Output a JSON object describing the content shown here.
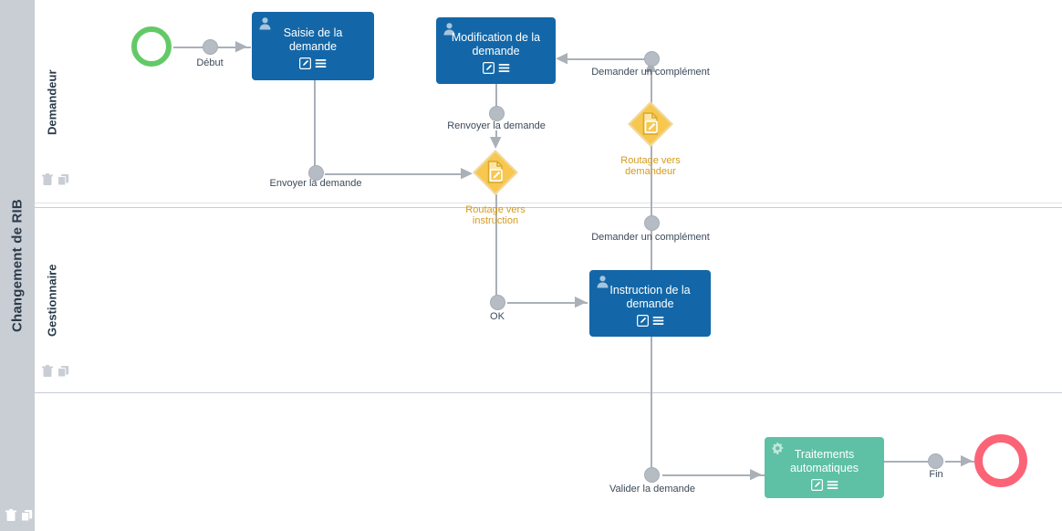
{
  "diagram": {
    "type": "bpmn-workflow",
    "pool": {
      "title": "Changement de RIB"
    },
    "lanes": [
      {
        "id": "demandeur",
        "label": "Demandeur"
      },
      {
        "id": "gestionnaire",
        "label": "Gestionnaire"
      },
      {
        "id": "system",
        "label": ""
      }
    ],
    "colors": {
      "pool_band": "#c9ced4",
      "user_task": "#1367a8",
      "service_task": "#5ec0a5",
      "gateway": "#f7c74f",
      "start_event": "#63c967",
      "end_event": "#fb6476",
      "connector": "#a9b0b8",
      "gateway_label": "#d49b1e",
      "flow_label": "#3c4a5a"
    }
  },
  "events": {
    "start": {
      "name": "start-event",
      "label": ""
    },
    "end": {
      "name": "end-event",
      "label": ""
    }
  },
  "tasks": [
    {
      "id": "saisie",
      "label": "Saisie de la demande",
      "type": "user",
      "icon": "user-icon"
    },
    {
      "id": "modification",
      "label": "Modification de la demande",
      "type": "user",
      "icon": "user-icon"
    },
    {
      "id": "instruction",
      "label": "Instruction de la demande",
      "type": "user",
      "icon": "user-icon"
    },
    {
      "id": "traitements",
      "label": "Traitements automatiques",
      "type": "service",
      "icon": "gear-icon"
    }
  ],
  "gateways": [
    {
      "id": "routage_instruction",
      "label": "Routage vers instruction",
      "icon": "document-edit-icon"
    },
    {
      "id": "routage_demandeur",
      "label": "Routage vers demandeur",
      "icon": "document-edit-icon"
    }
  ],
  "flows": [
    {
      "id": "debut",
      "label": "Début"
    },
    {
      "id": "envoyer",
      "label": "Envoyer la demande"
    },
    {
      "id": "renvoyer",
      "label": "Renvoyer la demande"
    },
    {
      "id": "complement_top",
      "label": "Demander un complément"
    },
    {
      "id": "complement_mid",
      "label": "Demander un complément"
    },
    {
      "id": "ok",
      "label": "OK"
    },
    {
      "id": "valider",
      "label": "Valider la demande"
    },
    {
      "id": "fin",
      "label": "Fin"
    }
  ],
  "tools": {
    "trash": "trash-icon",
    "copy": "copy-icon",
    "edit": "edit-icon",
    "menu": "menu-icon"
  }
}
